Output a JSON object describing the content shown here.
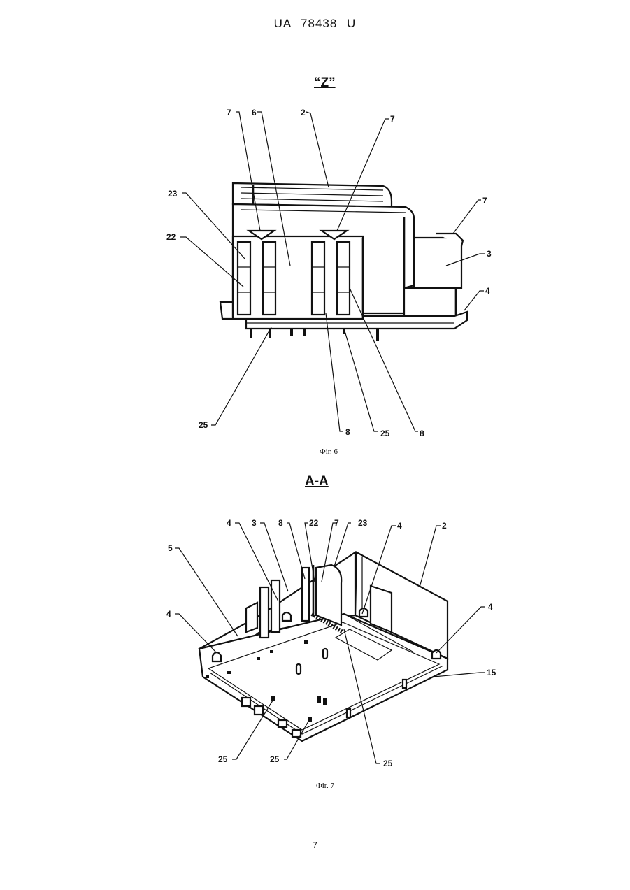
{
  "header": {
    "doc_number": "UA   78438   U"
  },
  "figure6": {
    "section_title": "“Z”",
    "caption": "Фіг. 6",
    "labels": {
      "l7a": "7",
      "l6": "6",
      "l2": "2",
      "l7b": "7",
      "l7c": "7",
      "l23": "23",
      "l22": "22",
      "l3": "3",
      "l4": "4",
      "l25a": "25",
      "l8a": "8",
      "l25b": "25",
      "l8b": "8"
    }
  },
  "figure7": {
    "section_title": "A-A",
    "caption": "Фіг. 7",
    "labels": {
      "l4a": "4",
      "l3": "3",
      "l8": "8",
      "l22": "22",
      "l7": "7",
      "l23": "23",
      "l4b": "4",
      "l2": "2",
      "l5": "5",
      "l4c": "4",
      "l4d": "4",
      "l15": "15",
      "l25a": "25",
      "l25b": "25",
      "l25c": "25"
    }
  },
  "footer": {
    "page_number": "7"
  }
}
